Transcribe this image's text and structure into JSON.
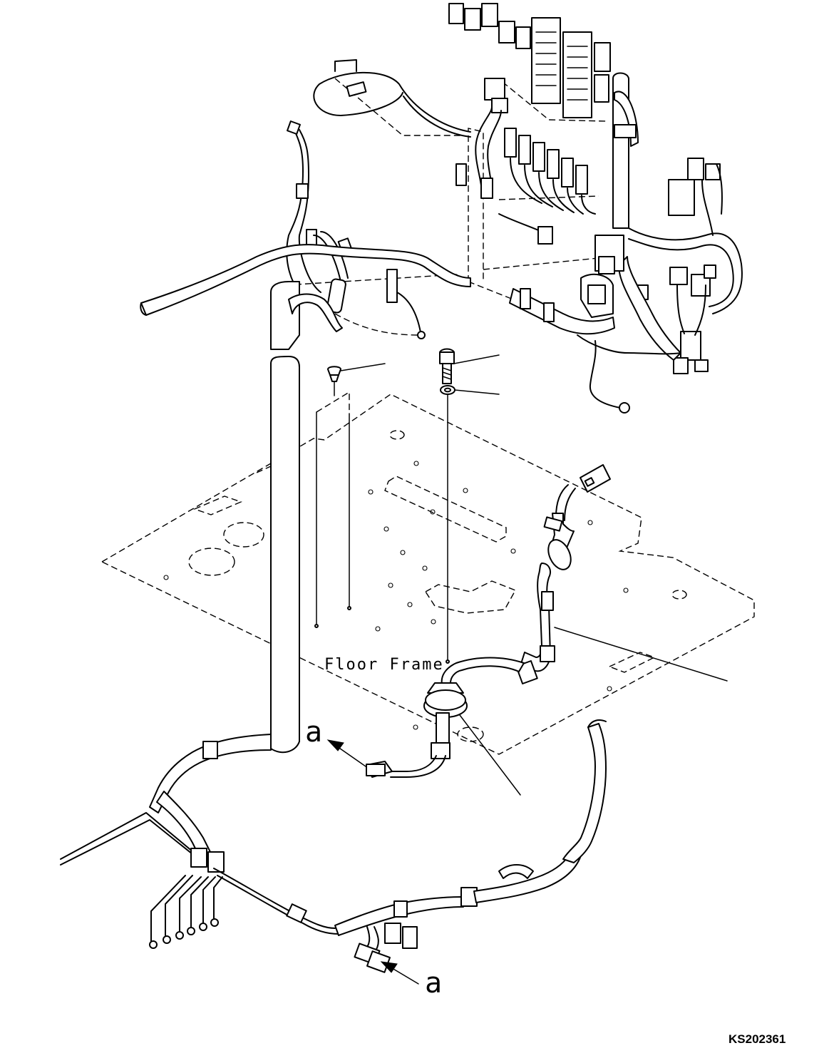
{
  "labels": {
    "floor_frame": "Floor Frame",
    "ref_a_upper": "a",
    "ref_a_lower": "a",
    "drawing_code": "KS202361"
  }
}
